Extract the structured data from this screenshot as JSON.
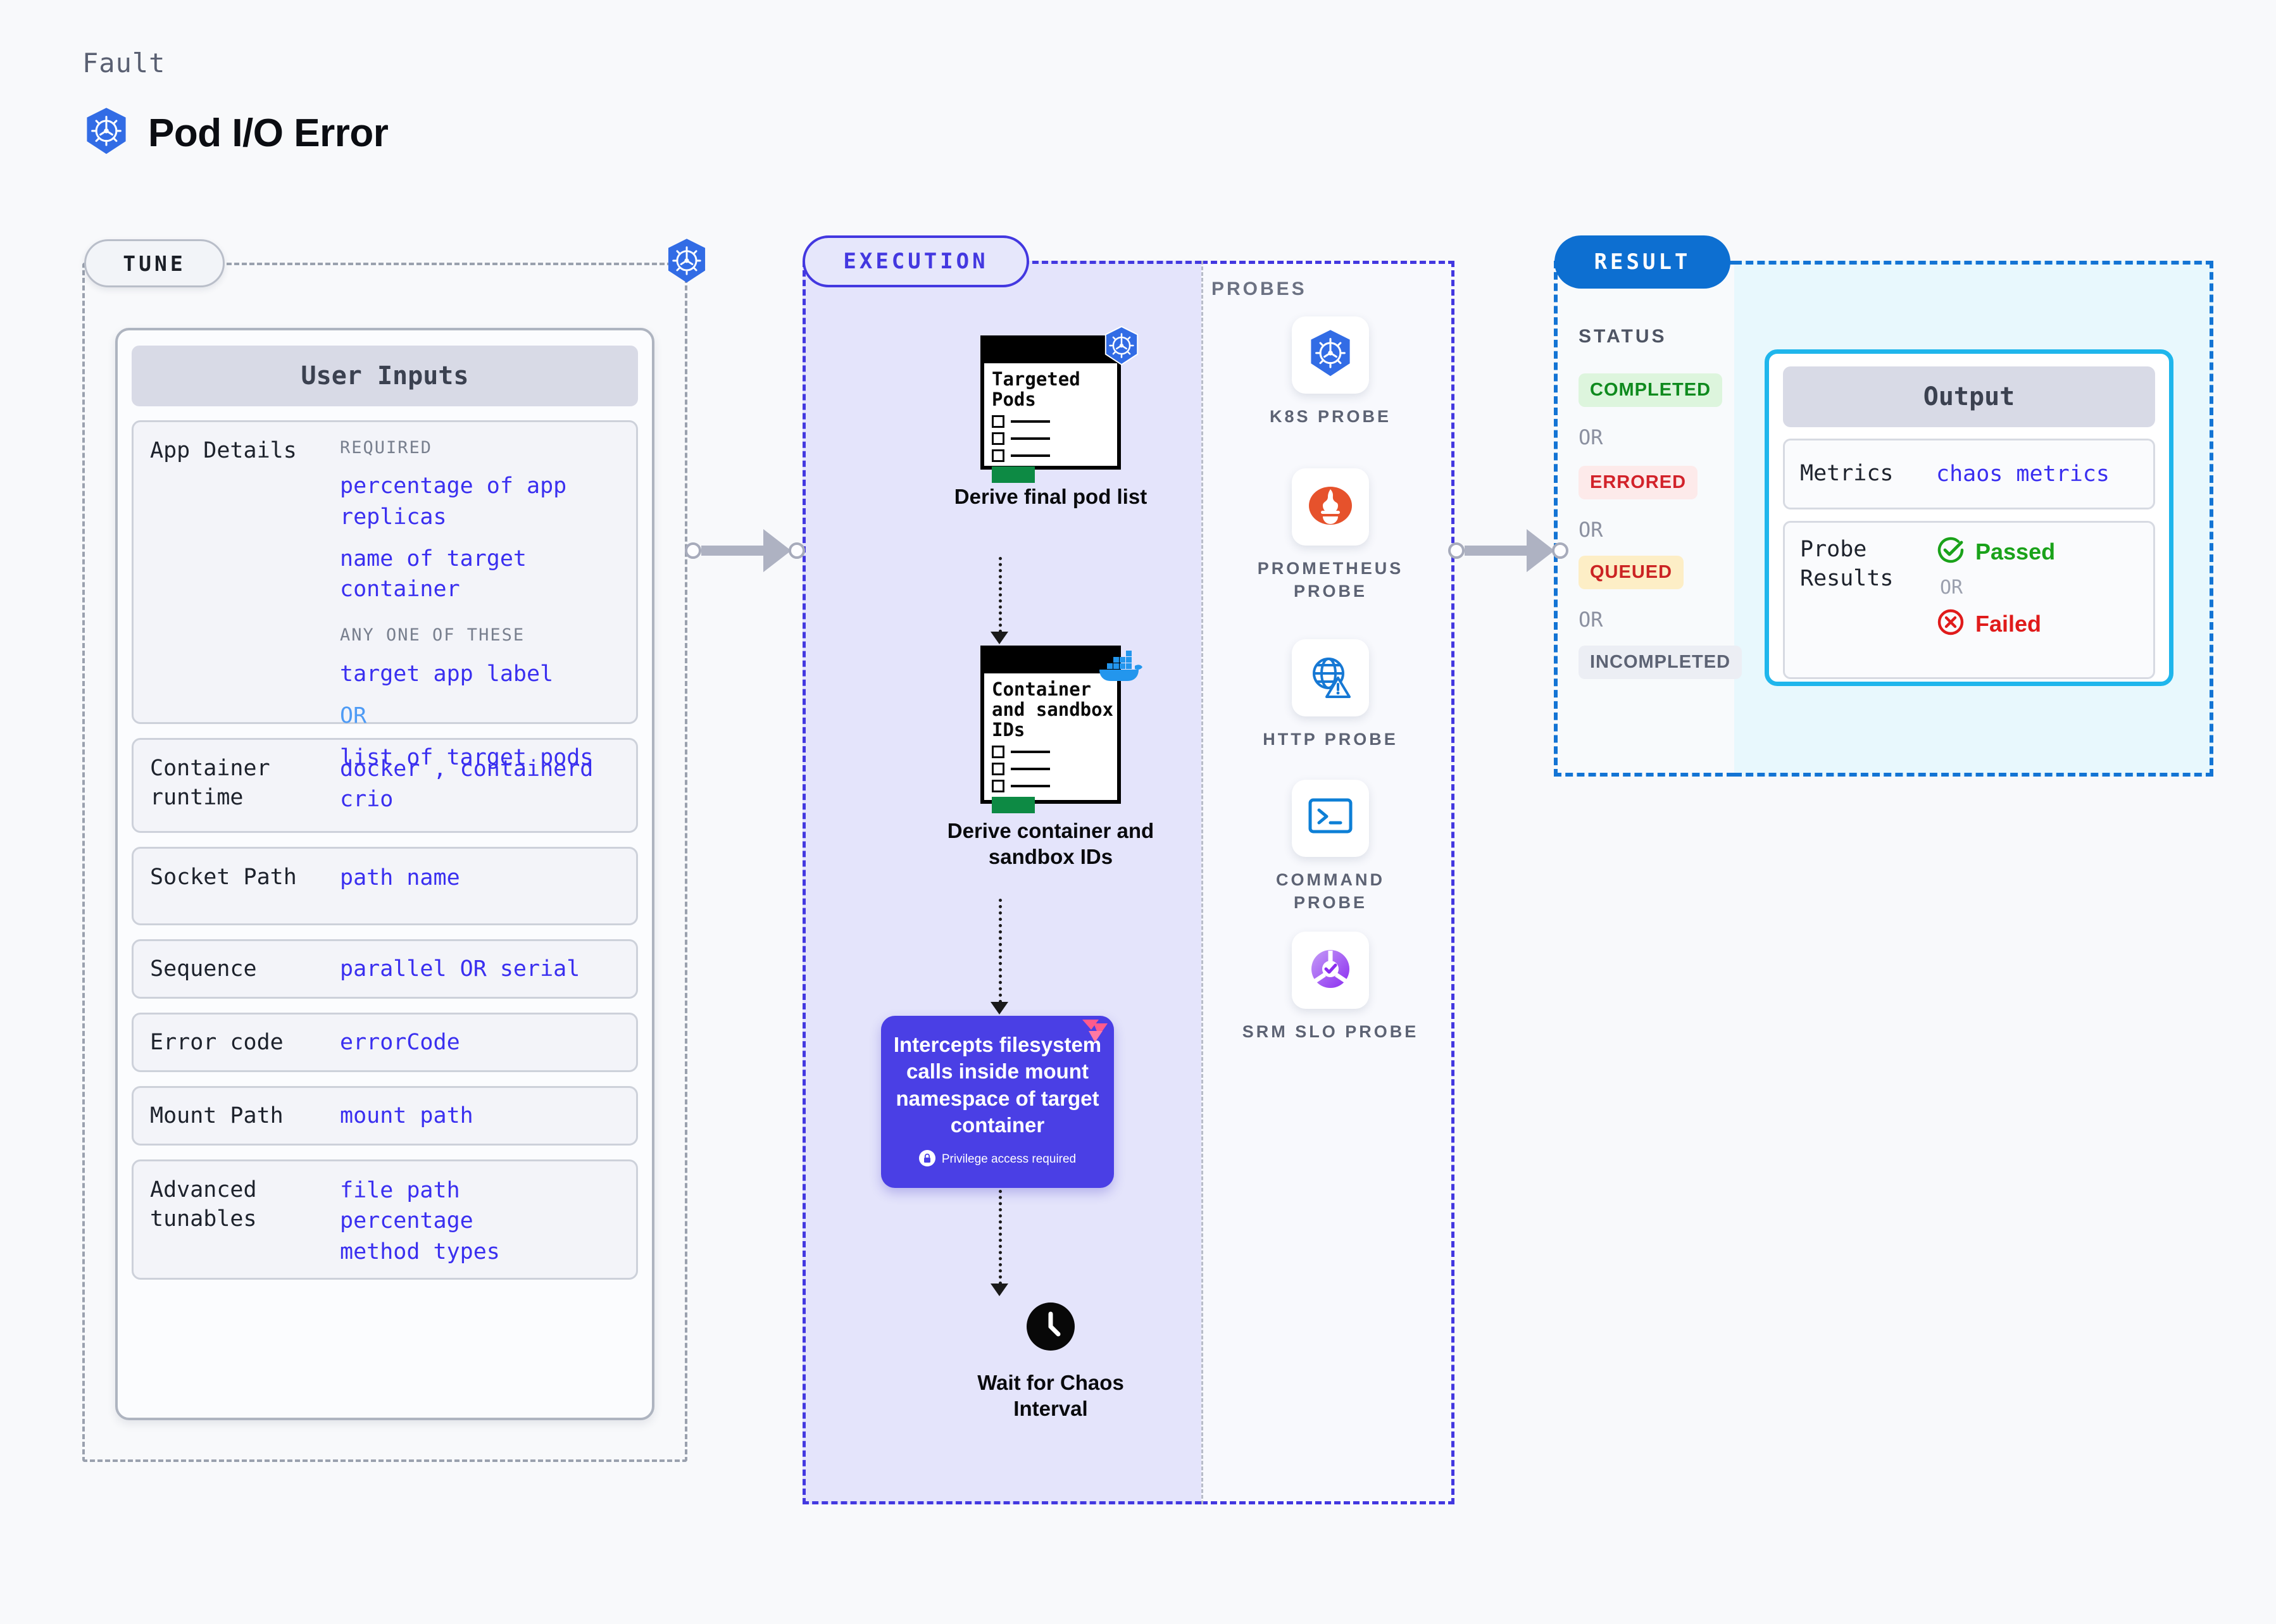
{
  "header": {
    "kicker": "Fault",
    "title": "Pod I/O Error",
    "icon": "kubernetes-icon"
  },
  "sections": {
    "tune": {
      "label": "TUNE"
    },
    "execution": {
      "label": "EXECUTION"
    },
    "result": {
      "label": "RESULT"
    },
    "probes": {
      "label": "PROBES"
    },
    "status": {
      "label": "STATUS"
    }
  },
  "tune": {
    "card_header": "User Inputs",
    "rows": [
      {
        "label": "App Details",
        "groups": [
          {
            "kicker": "REQUIRED",
            "values": [
              "percentage of app replicas",
              "name of target container"
            ]
          },
          {
            "kicker": "ANY ONE OF THESE",
            "values": [
              "target app label",
              "OR",
              "list of target pods"
            ]
          }
        ]
      },
      {
        "label": "Container runtime",
        "values": [
          "docker , containerd",
          "crio"
        ]
      },
      {
        "label": "Socket Path",
        "values": [
          "path name"
        ]
      },
      {
        "label": "Sequence",
        "values": [
          "parallel OR serial"
        ]
      },
      {
        "label": "Error code",
        "values": [
          "errorCode"
        ]
      },
      {
        "label": "Mount Path",
        "values": [
          "mount path"
        ]
      },
      {
        "label": "Advanced tunables",
        "values": [
          "file path",
          "percentage",
          "method types"
        ]
      }
    ]
  },
  "execution": {
    "nodes": [
      {
        "doc_title": "Targeted Pods",
        "caption": "Derive final pod list",
        "badge": "kubernetes-icon"
      },
      {
        "doc_title": "Container and sandbox IDs",
        "caption": "Derive container and sandbox IDs",
        "badge": "docker-icon"
      }
    ],
    "action_box": {
      "text": "Intercepts filesystem calls inside mount namespace of target container",
      "privilege_note": "Privilege access required",
      "privilege_icon": "lock-icon",
      "corner_icon": "litmus-icon",
      "color": "#4a3fe5"
    },
    "wait_node": {
      "caption": "Wait for Chaos Interval",
      "icon": "clock-icon"
    }
  },
  "probes": [
    {
      "name": "K8S PROBE",
      "icon": "kubernetes-icon"
    },
    {
      "name": "PROMETHEUS PROBE",
      "icon": "prometheus-icon"
    },
    {
      "name": "HTTP PROBE",
      "icon": "http-globe-icon"
    },
    {
      "name": "COMMAND PROBE",
      "icon": "terminal-icon"
    },
    {
      "name": "SRM SLO PROBE",
      "icon": "srm-slo-icon"
    }
  ],
  "status": {
    "items": [
      {
        "label": "COMPLETED",
        "bg": "#ddf5dd",
        "fg": "#0f8a1e"
      },
      {
        "label": "OR",
        "type": "sep"
      },
      {
        "label": "ERRORED",
        "bg": "#fdeaea",
        "fg": "#d2222a"
      },
      {
        "label": "OR",
        "type": "sep"
      },
      {
        "label": "QUEUED",
        "bg": "#fdeec6",
        "fg": "#cb2323"
      },
      {
        "label": "OR",
        "type": "sep"
      },
      {
        "label": "INCOMPLETED",
        "bg": "#eceef4",
        "fg": "#5d6374"
      }
    ]
  },
  "output": {
    "card_header": "Output",
    "rows": [
      {
        "label": "Metrics",
        "value": "chaos metrics"
      },
      {
        "label": "Probe Results",
        "passed": "Passed",
        "separator": "OR",
        "failed": "Failed",
        "passed_color": "#1aa21a",
        "failed_color": "#e01b1b"
      }
    ]
  },
  "colors": {
    "background": "#f8f9fb",
    "execution_accent": "#4338e0",
    "result_accent": "#0d6fd1",
    "output_accent": "#1fb6ec",
    "mono_value": "#3a2ff0"
  }
}
